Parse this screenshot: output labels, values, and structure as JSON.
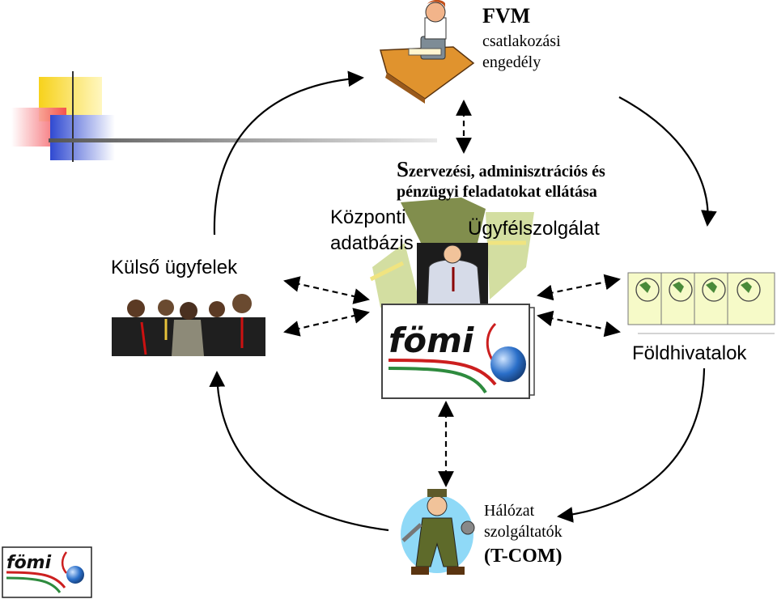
{
  "colors": {
    "brand_red": "#cc1f1f",
    "brand_green": "#2e8b3e",
    "brand_blue": "#2a6fc9",
    "deco_yellow": "#f7d21b",
    "deco_blue": "#2f49d1",
    "deco_red": "#f2424a",
    "map_sheet": "#f6fac8"
  },
  "nodes": {
    "fvm": {
      "title": "FVM",
      "line1": "csatlakozási",
      "line2": "engedély",
      "icon": "office-worker-phone-icon"
    },
    "org": {
      "line1_cap": "S",
      "line1_rest": "zervezési, adminisztrációs és",
      "line2": "pénzügyi feladatokat ellátása"
    },
    "central_db": {
      "line1": "Központi",
      "line2": "adatbázis"
    },
    "customer_service": {
      "label": "Ügyfélszolgálat",
      "icon": "customer-service-agent-icon"
    },
    "external_clients": {
      "label": "Külső ügyfelek",
      "icon": "business-people-icon"
    },
    "land_offices": {
      "label": "Földhivatalok",
      "icon": "map-sheets-icon"
    },
    "network": {
      "line1": "Hálózat",
      "line2": "szolgáltatók",
      "line3": "(T-COM)",
      "icon": "mechanic-icon"
    }
  },
  "logo": {
    "text": "fömi"
  }
}
